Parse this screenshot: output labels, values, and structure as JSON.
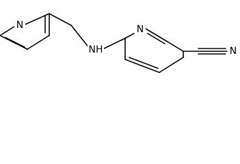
{
  "molecule": {
    "atoms": {
      "pyridine_n": "N",
      "amine_nh": "NH",
      "aminopyridine_n": "N",
      "nitrile_n": "N"
    }
  },
  "colors": {
    "bond": "#000000",
    "label": "#000000",
    "background": "#ffffff"
  }
}
